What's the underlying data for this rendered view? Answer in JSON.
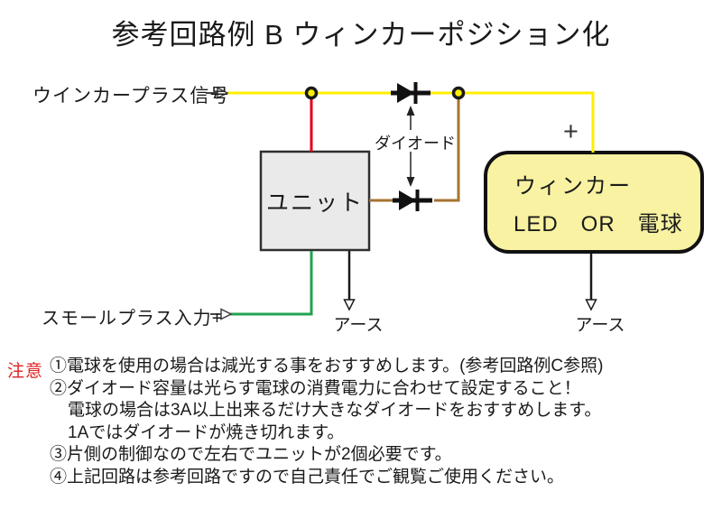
{
  "title": "参考回路例 B ウィンカーポジション化",
  "diagram": {
    "input_labels": {
      "winker_plus_signal": "ウインカープラス信号",
      "small_plus_input": "スモールプラス入力+"
    },
    "component_labels": {
      "diode": "ダイオード",
      "unit": "ユニット",
      "winker_line1": "ウィンカー",
      "winker_line2": "LED　OR　電球",
      "plus_terminal": "+",
      "ground_left": "アース",
      "ground_right": "アース"
    },
    "colors": {
      "wire_yellow": "#FFEE00",
      "wire_red": "#E00016",
      "wire_green": "#22A24F",
      "wire_brown": "#A5742F",
      "wire_black": "#1A1A1A",
      "unit_box_fill": "#EAEAEA",
      "unit_box_border": "#2F2F2F",
      "winker_box_fill": "#F8F2A2",
      "winker_box_border": "#111111",
      "node_fill": "#FFEE00"
    }
  },
  "notes": {
    "caution_label": "注意",
    "caution_color": "#DD2222",
    "lines": [
      "①電球を使用の場合は減光する事をおすすめします。(参考回路例C参照)",
      "②ダイオード容量は光らす電球の消費電力に合わせて設定すること！",
      "電球の場合は3A以上出来るだけ大きなダイオードをおすすめします。",
      "1Aではダイオードが焼き切れます。",
      "③片側の制御なので左右でユニットが2個必要です。",
      "④上記回路は参考回路ですので自己責任でご観覧ご使用ください。"
    ]
  }
}
